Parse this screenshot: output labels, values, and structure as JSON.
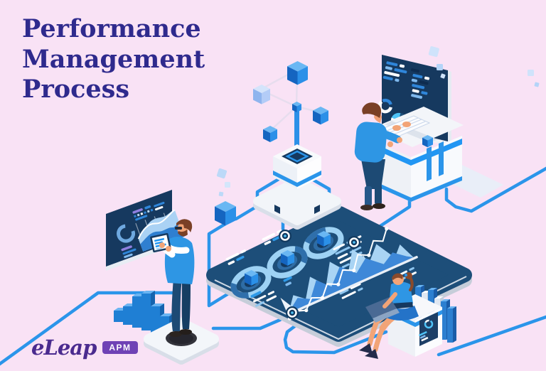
{
  "page": {
    "background": "#f9e2f5",
    "kind": "poster illustration"
  },
  "title": {
    "line1": "Performance",
    "line2": "Management",
    "line3": "Process",
    "color": "#2f2a8d"
  },
  "logo": {
    "brand": "eLeap",
    "badge": "APM",
    "brand_color": "#4b2b8f",
    "badge_bg": "#6f42b5"
  },
  "palette": {
    "background_pink": "#f9e2f5",
    "accent_blue": "#2196f3",
    "cable_blue": "#2b95ea",
    "navy_screen": "#16395f",
    "panel_navy": "#1d4e79",
    "light_blue": "#9ed2f4",
    "cyan": "#4fc3f7",
    "white_surface": "#f3f6fa",
    "skin": "#f2a477",
    "hair_brown": "#7a4026",
    "title_purple": "#2f2a8d",
    "logo_purple": "#6f42b5"
  },
  "illustration": {
    "alt": "Isometric illustration of three analysts working with performance dashboards, gauges, charts, a connected cube network and blue data cables",
    "components": [
      "left-dashboard-screen",
      "standing-analyst-with-tablet",
      "isometric-bar-chart-left",
      "network-cubes-pedestal",
      "floor-analytics-panel",
      "gauge-rings",
      "mountain-line-chart",
      "console-workstation",
      "console-analyst",
      "sitting-analyst-with-laptop",
      "device-box",
      "isometric-bar-chart-right",
      "data-cables",
      "floating-squares"
    ]
  }
}
